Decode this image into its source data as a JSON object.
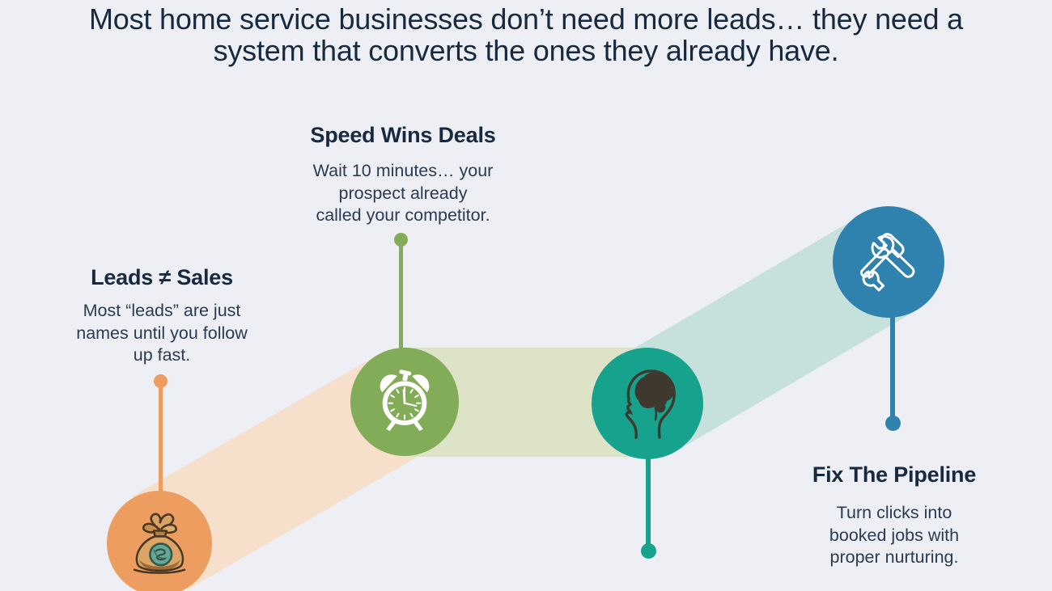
{
  "page": {
    "background_color": "#edeff4",
    "text_color": "#16293f",
    "type": "timeline-infographic"
  },
  "title": {
    "text": "Most home service businesses don’t need more leads… they need a system that converts the ones they already have."
  },
  "steps": [
    {
      "name": "leads-not-sales",
      "heading": "Leads ≠ Sales",
      "body": "Most “leads” are just\nnames until you follow\nup fast.",
      "icon": "money-bag-icon",
      "circle_color": "#ec9d5f",
      "ribbon_color": "#f6dfcb",
      "label_position": "above"
    },
    {
      "name": "speed-wins-deals",
      "heading": "Speed Wins Deals",
      "body": "Wait 10 minutes… your\nprospect already\ncalled your competitor.",
      "icon": "alarm-clock-icon",
      "circle_color": "#83ac58",
      "ribbon_color": "#dce3c7",
      "label_position": "above"
    },
    {
      "name": "brain-step",
      "icon": "brain-head-icon",
      "circle_color": "#16a28c",
      "ribbon_color": "#c6e1dc",
      "label_position": "below-offscreen"
    },
    {
      "name": "fix-the-pipeline",
      "heading": "Fix The Pipeline",
      "body": "Turn clicks into\nbooked jobs with\nproper nurturing.",
      "icon": "hammer-wrench-icon",
      "circle_color": "#2f82ae",
      "label_position": "below"
    }
  ]
}
